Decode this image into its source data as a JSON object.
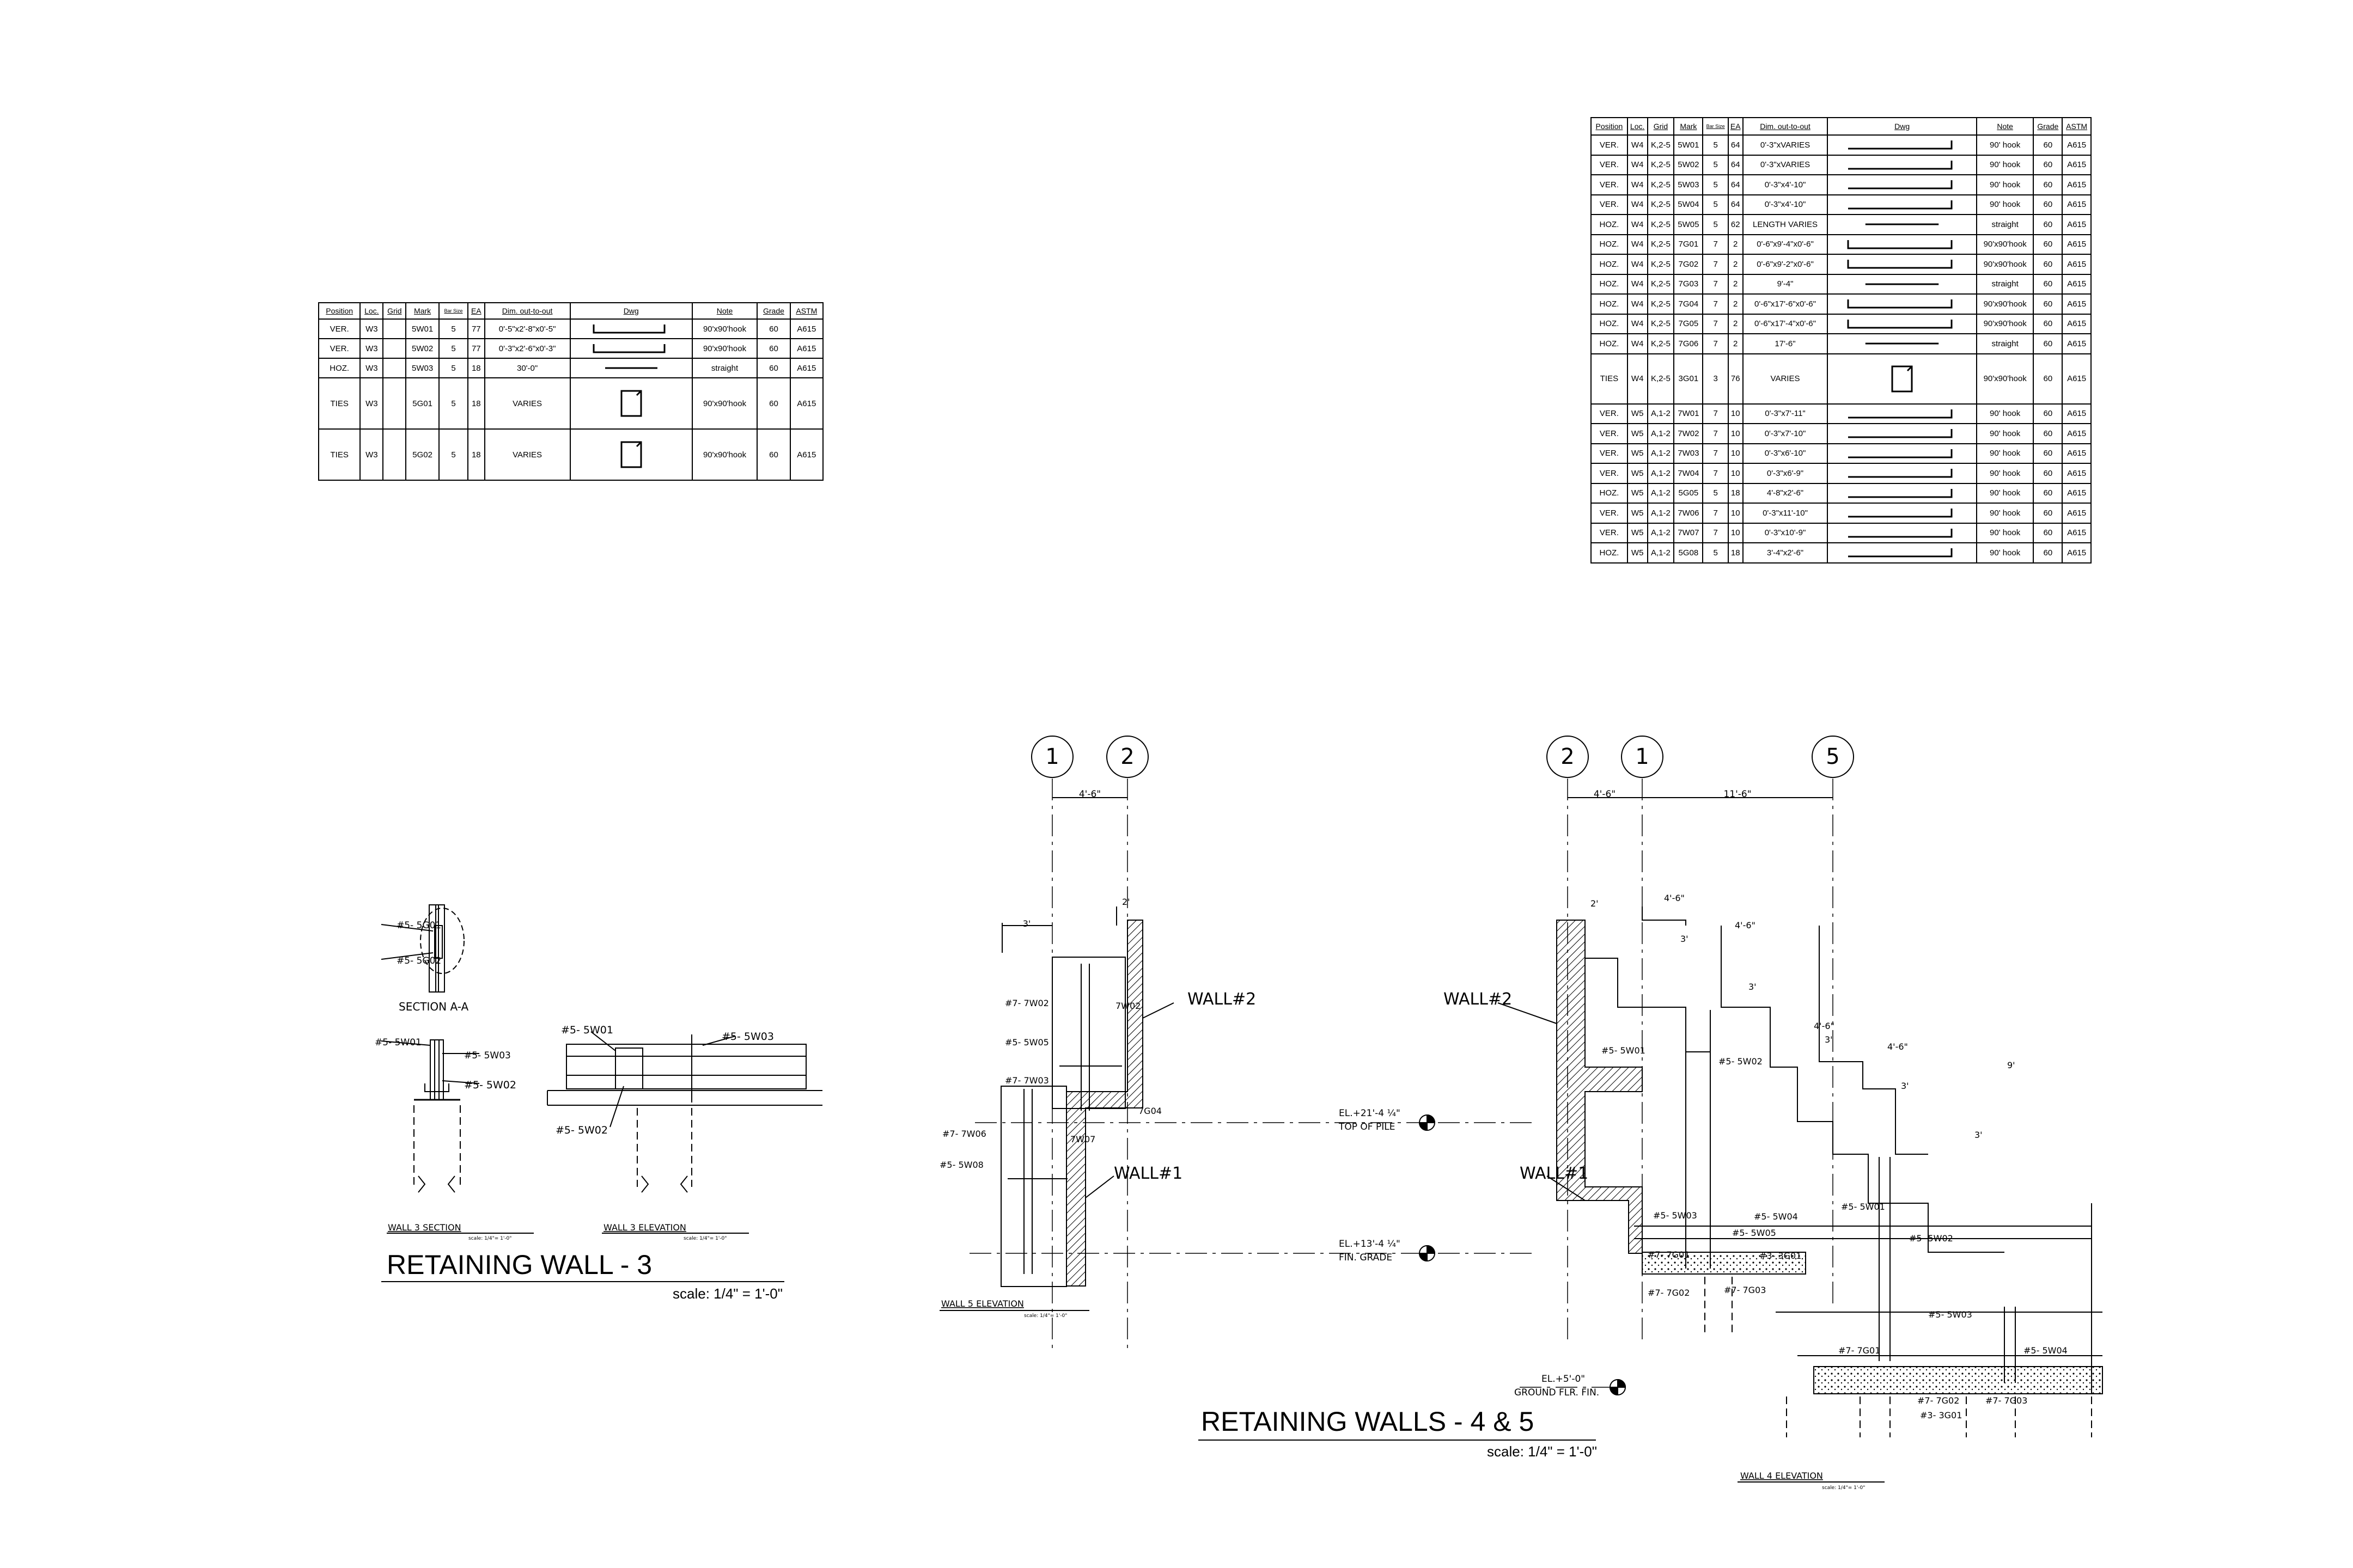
{
  "table_wall3": {
    "headers": [
      "Position",
      "Loc.",
      "Grid",
      "Mark",
      "Bar Size",
      "EA",
      "Dim. out-to-out",
      "Dwg",
      "Note",
      "Grade",
      "ASTM"
    ],
    "rows": [
      {
        "pos": "VER.",
        "loc": "W3",
        "grid": "",
        "mark": "5W01",
        "size": "5",
        "ea": "77",
        "dim": "0'-5\"x2'-8\"x0'-5\"",
        "dwg": "u-bar",
        "note": "90'x90'hook",
        "grade": "60",
        "astm": "A615"
      },
      {
        "pos": "VER.",
        "loc": "W3",
        "grid": "",
        "mark": "5W02",
        "size": "5",
        "ea": "77",
        "dim": "0'-3\"x2'-6\"x0'-3\"",
        "dwg": "u-bar",
        "note": "90'x90'hook",
        "grade": "60",
        "astm": "A615"
      },
      {
        "pos": "HOZ.",
        "loc": "W3",
        "grid": "",
        "mark": "5W03",
        "size": "5",
        "ea": "18",
        "dim": "30'-0\"",
        "dwg": "straight",
        "note": "straight",
        "grade": "60",
        "astm": "A615"
      },
      {
        "pos": "TIES",
        "loc": "W3",
        "grid": "",
        "mark": "5G01",
        "size": "5",
        "ea": "18",
        "dim": "VARIES",
        "dwg": "tie",
        "note": "90'x90'hook",
        "grade": "60",
        "astm": "A615"
      },
      {
        "pos": "TIES",
        "loc": "W3",
        "grid": "",
        "mark": "5G02",
        "size": "5",
        "ea": "18",
        "dim": "VARIES",
        "dwg": "tie",
        "note": "90'x90'hook",
        "grade": "60",
        "astm": "A615"
      }
    ]
  },
  "table_wall45": {
    "headers": [
      "Position",
      "Loc.",
      "Grid",
      "Mark",
      "Bar Size",
      "EA",
      "Dim. out-to-out",
      "Dwg",
      "Note",
      "Grade",
      "ASTM"
    ],
    "rows": [
      {
        "pos": "VER.",
        "loc": "W4",
        "grid": "K,2-5",
        "mark": "5W01",
        "size": "5",
        "ea": "64",
        "dim": "0'-3\"xVARIES",
        "dwg": "hook",
        "note": "90' hook",
        "grade": "60",
        "astm": "A615"
      },
      {
        "pos": "VER.",
        "loc": "W4",
        "grid": "K,2-5",
        "mark": "5W02",
        "size": "5",
        "ea": "64",
        "dim": "0'-3\"xVARIES",
        "dwg": "hook",
        "note": "90' hook",
        "grade": "60",
        "astm": "A615"
      },
      {
        "pos": "VER.",
        "loc": "W4",
        "grid": "K,2-5",
        "mark": "5W03",
        "size": "5",
        "ea": "64",
        "dim": "0'-3\"x4'-10\"",
        "dwg": "hook",
        "note": "90' hook",
        "grade": "60",
        "astm": "A615"
      },
      {
        "pos": "VER.",
        "loc": "W4",
        "grid": "K,2-5",
        "mark": "5W04",
        "size": "5",
        "ea": "64",
        "dim": "0'-3\"x4'-10\"",
        "dwg": "hook",
        "note": "90' hook",
        "grade": "60",
        "astm": "A615"
      },
      {
        "pos": "HOZ.",
        "loc": "W4",
        "grid": "K,2-5",
        "mark": "5W05",
        "size": "5",
        "ea": "62",
        "dim": "LENGTH VARIES",
        "dwg": "straight",
        "note": "straight",
        "grade": "60",
        "astm": "A615"
      },
      {
        "pos": "HOZ.",
        "loc": "W4",
        "grid": "K,2-5",
        "mark": "7G01",
        "size": "7",
        "ea": "2",
        "dim": "0'-6\"x9'-4\"x0'-6\"",
        "dwg": "u-bar",
        "note": "90'x90'hook",
        "grade": "60",
        "astm": "A615"
      },
      {
        "pos": "HOZ.",
        "loc": "W4",
        "grid": "K,2-5",
        "mark": "7G02",
        "size": "7",
        "ea": "2",
        "dim": "0'-6\"x9'-2\"x0'-6\"",
        "dwg": "u-bar",
        "note": "90'x90'hook",
        "grade": "60",
        "astm": "A615"
      },
      {
        "pos": "HOZ.",
        "loc": "W4",
        "grid": "K,2-5",
        "mark": "7G03",
        "size": "7",
        "ea": "2",
        "dim": "9'-4\"",
        "dwg": "straight",
        "note": "straight",
        "grade": "60",
        "astm": "A615"
      },
      {
        "pos": "HOZ.",
        "loc": "W4",
        "grid": "K,2-5",
        "mark": "7G04",
        "size": "7",
        "ea": "2",
        "dim": "0'-6\"x17'-6\"x0'-6\"",
        "dwg": "u-bar",
        "note": "90'x90'hook",
        "grade": "60",
        "astm": "A615"
      },
      {
        "pos": "HOZ.",
        "loc": "W4",
        "grid": "K,2-5",
        "mark": "7G05",
        "size": "7",
        "ea": "2",
        "dim": "0'-6\"x17'-4\"x0'-6\"",
        "dwg": "u-bar",
        "note": "90'x90'hook",
        "grade": "60",
        "astm": "A615"
      },
      {
        "pos": "HOZ.",
        "loc": "W4",
        "grid": "K,2-5",
        "mark": "7G06",
        "size": "7",
        "ea": "2",
        "dim": "17'-6\"",
        "dwg": "straight",
        "note": "straight",
        "grade": "60",
        "astm": "A615"
      },
      {
        "pos": "TIES",
        "loc": "W4",
        "grid": "K,2-5",
        "mark": "3G01",
        "size": "3",
        "ea": "76",
        "dim": "VARIES",
        "dwg": "tie",
        "note": "90'x90'hook",
        "grade": "60",
        "astm": "A615"
      },
      {
        "pos": "VER.",
        "loc": "W5",
        "grid": "A,1-2",
        "mark": "7W01",
        "size": "7",
        "ea": "10",
        "dim": "0'-3\"x7'-11\"",
        "dwg": "hook",
        "note": "90' hook",
        "grade": "60",
        "astm": "A615"
      },
      {
        "pos": "VER.",
        "loc": "W5",
        "grid": "A,1-2",
        "mark": "7W02",
        "size": "7",
        "ea": "10",
        "dim": "0'-3\"x7'-10\"",
        "dwg": "hook",
        "note": "90' hook",
        "grade": "60",
        "astm": "A615"
      },
      {
        "pos": "VER.",
        "loc": "W5",
        "grid": "A,1-2",
        "mark": "7W03",
        "size": "7",
        "ea": "10",
        "dim": "0'-3\"x6'-10\"",
        "dwg": "hook",
        "note": "90' hook",
        "grade": "60",
        "astm": "A615"
      },
      {
        "pos": "VER.",
        "loc": "W5",
        "grid": "A,1-2",
        "mark": "7W04",
        "size": "7",
        "ea": "10",
        "dim": "0'-3\"x6'-9\"",
        "dwg": "hook",
        "note": "90' hook",
        "grade": "60",
        "astm": "A615"
      },
      {
        "pos": "HOZ.",
        "loc": "W5",
        "grid": "A,1-2",
        "mark": "5G05",
        "size": "5",
        "ea": "18",
        "dim": "4'-8\"x2'-6\"",
        "dwg": "hook",
        "note": "90' hook",
        "grade": "60",
        "astm": "A615"
      },
      {
        "pos": "VER.",
        "loc": "W5",
        "grid": "A,1-2",
        "mark": "7W06",
        "size": "7",
        "ea": "10",
        "dim": "0'-3\"x11'-10\"",
        "dwg": "hook",
        "note": "90' hook",
        "grade": "60",
        "astm": "A615"
      },
      {
        "pos": "VER.",
        "loc": "W5",
        "grid": "A,1-2",
        "mark": "7W07",
        "size": "7",
        "ea": "10",
        "dim": "0'-3\"x10'-9\"",
        "dwg": "hook",
        "note": "90' hook",
        "grade": "60",
        "astm": "A615"
      },
      {
        "pos": "HOZ.",
        "loc": "W5",
        "grid": "A,1-2",
        "mark": "5G08",
        "size": "5",
        "ea": "18",
        "dim": "3'-4\"x2'-6\"",
        "dwg": "hook",
        "note": "90' hook",
        "grade": "60",
        "astm": "A615"
      }
    ]
  },
  "drawing": {
    "rw3": {
      "title": "RETAINING WALL - 3",
      "scale": "scale: 1/4\" = 1'-0\"",
      "small_scale": "scale: 1/4\"= 1'-0\"",
      "section_aa": "SECTION A-A",
      "wall3_section": "WALL 3 SECTION",
      "wall3_elevation": "WALL 3 ELEVATION",
      "labels": {
        "g1": "#5- 5G01",
        "g2": "#5- 5G02",
        "w1": "#5- 5W01",
        "w3": "#5- 5W03",
        "w2": "#5- 5W02"
      }
    },
    "rw45": {
      "title": "RETAINING WALLS - 4 & 5",
      "scale": "scale: 1/4\" = 1'-0\"",
      "small_scale": "scale: 1/4\"= 1'-0\"",
      "wall5_elevation": "WALL 5 ELEVATION",
      "wall4_elevation": "WALL 4 ELEVATION",
      "grid": {
        "one": "1",
        "two": "2",
        "five": "5"
      },
      "dims": {
        "d46": "4'-6\"",
        "d116": "11'-6\"",
        "d2": "2'",
        "d3": "3'",
        "d9": "9'"
      },
      "walls": {
        "w1": "WALL#1",
        "w2": "WALL#2"
      },
      "elev": {
        "top_pile": "EL.+21'-4 ¼\"",
        "top_pile_lbl": "TOP OF PILE",
        "fin_grade": "EL.+13'-4 ¼\"",
        "fin_grade_lbl": "FIN. GRADE",
        "ground": "EL.+5'-0\"",
        "ground_lbl": "GROUND FLR. FIN."
      },
      "bars": {
        "w7w02": "#7- 7W02",
        "w7w05": "#5- 5W05",
        "w7w03": "#7- 7W03",
        "w7w06": "#7- 7W06",
        "w5w08": "#5- 5W08",
        "w7w07": "7W07",
        "w7w04": "7G04",
        "w7w02b": "7W02",
        "b5w01": "#5- 5W01",
        "b5w02": "#5- 5W02",
        "b5w03": "#5- 5W03",
        "b5w04": "#5- 5W04",
        "b5w05": "#5- 5W05",
        "b7g01": "#7- 7G01",
        "b7g02": "#7- 7G02",
        "b7g03": "#7- 7G03",
        "b3g01": "#3- 3G01"
      }
    }
  }
}
